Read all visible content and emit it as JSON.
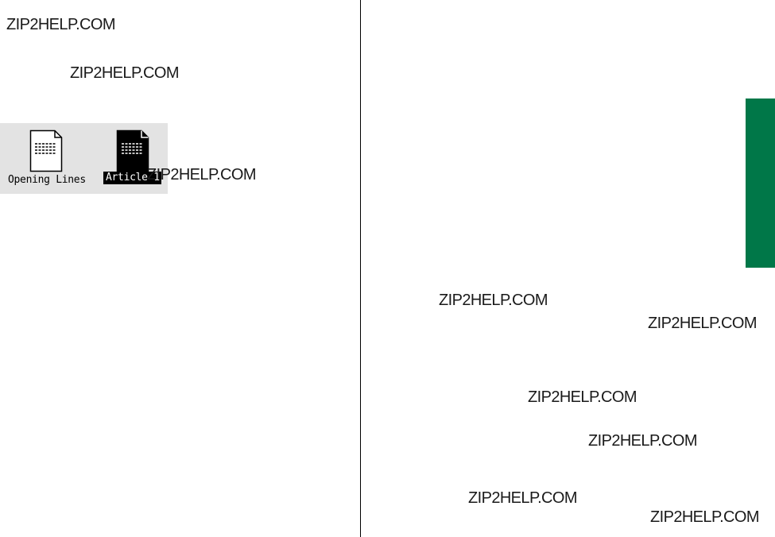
{
  "watermarks": [
    "ZIP2HELP.COM",
    "ZIP2HELP.COM",
    "ZIP2HELP.COM",
    "ZIP2HELP.COM",
    "ZIP2HELP.COM",
    "ZIP2HELP.COM",
    "ZIP2HELP.COM",
    "ZIP2HELP.COM",
    "ZIP2HELP.COM"
  ],
  "desktop": {
    "icons": [
      {
        "label": "Opening Lines",
        "selected": false,
        "icon": "document-icon"
      },
      {
        "label": "Article 1",
        "selected": true,
        "icon": "document-icon"
      }
    ]
  },
  "colors": {
    "side_tab": "#007748",
    "desktop_background": "#e3e3e3",
    "selection": "#000000"
  }
}
